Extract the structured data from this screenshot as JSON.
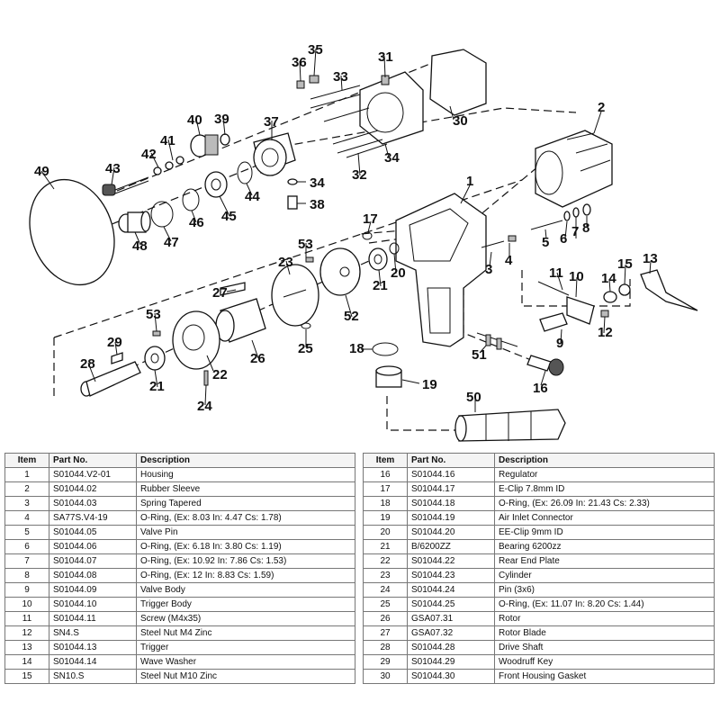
{
  "diagram": {
    "callouts": [
      "1",
      "2",
      "3",
      "4",
      "5",
      "6",
      "7",
      "8",
      "9",
      "10",
      "11",
      "12",
      "13",
      "14",
      "15",
      "16",
      "17",
      "18",
      "19",
      "20",
      "21",
      "21",
      "22",
      "23",
      "24",
      "25",
      "26",
      "27",
      "28",
      "29",
      "30",
      "31",
      "32",
      "33",
      "34",
      "34",
      "35",
      "36",
      "37",
      "38",
      "39",
      "40",
      "41",
      "42",
      "43",
      "44",
      "45",
      "46",
      "47",
      "48",
      "49",
      "50",
      "51",
      "52",
      "53",
      "53"
    ]
  },
  "table": {
    "headers": {
      "item": "Item",
      "part_no": "Part No.",
      "description": "Description"
    },
    "left_rows": [
      {
        "item": "1",
        "part_no": "S01044.V2-01",
        "description": "Housing"
      },
      {
        "item": "2",
        "part_no": "S01044.02",
        "description": "Rubber Sleeve"
      },
      {
        "item": "3",
        "part_no": "S01044.03",
        "description": "Spring Tapered"
      },
      {
        "item": "4",
        "part_no": "SA77S.V4-19",
        "description": "O-Ring, (Ex: 8.03 In: 4.47 Cs: 1.78)"
      },
      {
        "item": "5",
        "part_no": "S01044.05",
        "description": "Valve Pin"
      },
      {
        "item": "6",
        "part_no": "S01044.06",
        "description": "O-Ring, (Ex: 6.18 In: 3.80 Cs: 1.19)"
      },
      {
        "item": "7",
        "part_no": "S01044.07",
        "description": "O-Ring, (Ex: 10.92 In: 7.86 Cs: 1.53)"
      },
      {
        "item": "8",
        "part_no": "S01044.08",
        "description": "O-Ring, (Ex: 12 In: 8.83 Cs: 1.59)"
      },
      {
        "item": "9",
        "part_no": "S01044.09",
        "description": "Valve Body"
      },
      {
        "item": "10",
        "part_no": "S01044.10",
        "description": "Trigger Body"
      },
      {
        "item": "11",
        "part_no": "S01044.11",
        "description": "Screw (M4x35)"
      },
      {
        "item": "12",
        "part_no": "SN4.S",
        "description": "Steel Nut M4 Zinc"
      },
      {
        "item": "13",
        "part_no": "S01044.13",
        "description": "Trigger"
      },
      {
        "item": "14",
        "part_no": "S01044.14",
        "description": "Wave Washer"
      },
      {
        "item": "15",
        "part_no": "SN10.S",
        "description": "Steel Nut M10 Zinc"
      }
    ],
    "right_rows": [
      {
        "item": "16",
        "part_no": "S01044.16",
        "description": "Regulator"
      },
      {
        "item": "17",
        "part_no": "S01044.17",
        "description": "E-Clip 7.8mm ID"
      },
      {
        "item": "18",
        "part_no": "S01044.18",
        "description": "O-Ring, (Ex: 26.09 In: 21.43 Cs: 2.33)"
      },
      {
        "item": "19",
        "part_no": "S01044.19",
        "description": "Air Inlet Connector"
      },
      {
        "item": "20",
        "part_no": "S01044.20",
        "description": "EE-Clip 9mm ID"
      },
      {
        "item": "21",
        "part_no": "B/6200ZZ",
        "description": "Bearing 6200zz"
      },
      {
        "item": "22",
        "part_no": "S01044.22",
        "description": "Rear End Plate"
      },
      {
        "item": "23",
        "part_no": "S01044.23",
        "description": "Cylinder"
      },
      {
        "item": "24",
        "part_no": "S01044.24",
        "description": "Pin (3x6)"
      },
      {
        "item": "25",
        "part_no": "S01044.25",
        "description": "O-Ring, (Ex: 11.07 In: 8.20 Cs: 1.44)"
      },
      {
        "item": "26",
        "part_no": "GSA07.31",
        "description": "Rotor"
      },
      {
        "item": "27",
        "part_no": "GSA07.32",
        "description": "Rotor Blade"
      },
      {
        "item": "28",
        "part_no": "S01044.28",
        "description": "Drive Shaft"
      },
      {
        "item": "29",
        "part_no": "S01044.29",
        "description": "Woodruff Key"
      },
      {
        "item": "30",
        "part_no": "S01044.30",
        "description": "Front Housing Gasket"
      }
    ]
  }
}
